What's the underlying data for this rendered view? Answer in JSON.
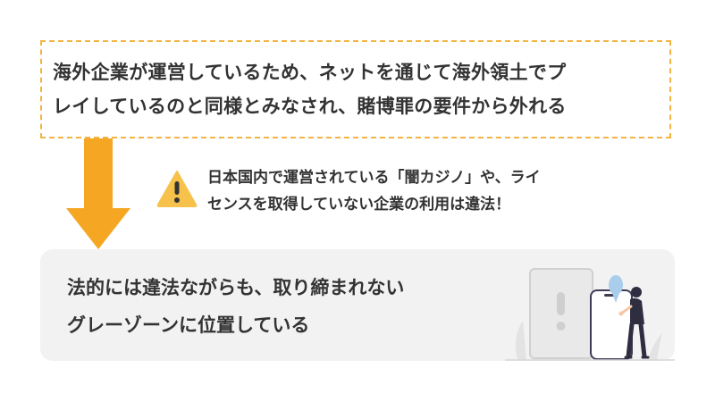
{
  "statement": {
    "line1": "海外企業が運営しているため、ネットを通じて海外領土でプ",
    "line2": "レイしているのと同様とみなされ、賭博罪の要件から外れる"
  },
  "warning": {
    "icon": "warning-triangle-icon",
    "line1": "日本国内で運営されている「闇カジノ」や、ライ",
    "line2": "センスを取得していない企業の利用は違法！"
  },
  "conclusion": {
    "line1": "法的には違法ながらも、取り締まれない",
    "line2": "グレーゾーンに位置している"
  },
  "colors": {
    "accent": "#f5a623",
    "dashed_border": "#f2b544",
    "panel": "#f2f2f2",
    "text": "#333333"
  }
}
